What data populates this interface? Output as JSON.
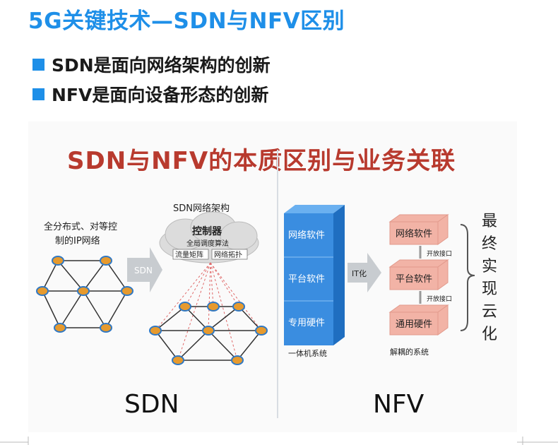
{
  "slide": {
    "title": "5G关键技术—SDN与NFV区别",
    "bullets": [
      "SDN是面向网络架构的创新",
      "NFV是面向设备形态的创新"
    ]
  },
  "figure": {
    "title": "SDN与NFV的本质区别与业务关联",
    "sdn": {
      "left_caption_line1": "全分布式、对等控",
      "left_caption_line2": "制的IP网络",
      "arrow_label": "SDN",
      "arch_title": "SDN网络架构",
      "controller_title": "控制器",
      "controller_sub": "全局调度算法",
      "controller_box1": "流量矩阵",
      "controller_box2": "网络拓扑",
      "bottom_label": "SDN"
    },
    "nfv": {
      "block_layers": [
        "网络软件",
        "平台软件",
        "专用硬件"
      ],
      "block_caption": "一体机系统",
      "arrow_label": "IT化",
      "decoupled_layers": [
        "网络软件",
        "平台软件",
        "通用硬件"
      ],
      "interface_label": "开放接口",
      "decoupled_caption": "解耦的系统",
      "vertical_text": [
        "最",
        "终",
        "实",
        "现",
        "云",
        "化"
      ],
      "bottom_label": "NFV"
    }
  },
  "colors": {
    "accent": "#1e8fe8",
    "figure_title": "#b83a2e",
    "block_blue": "#3a8de0",
    "pink": "#f2b3a6"
  }
}
